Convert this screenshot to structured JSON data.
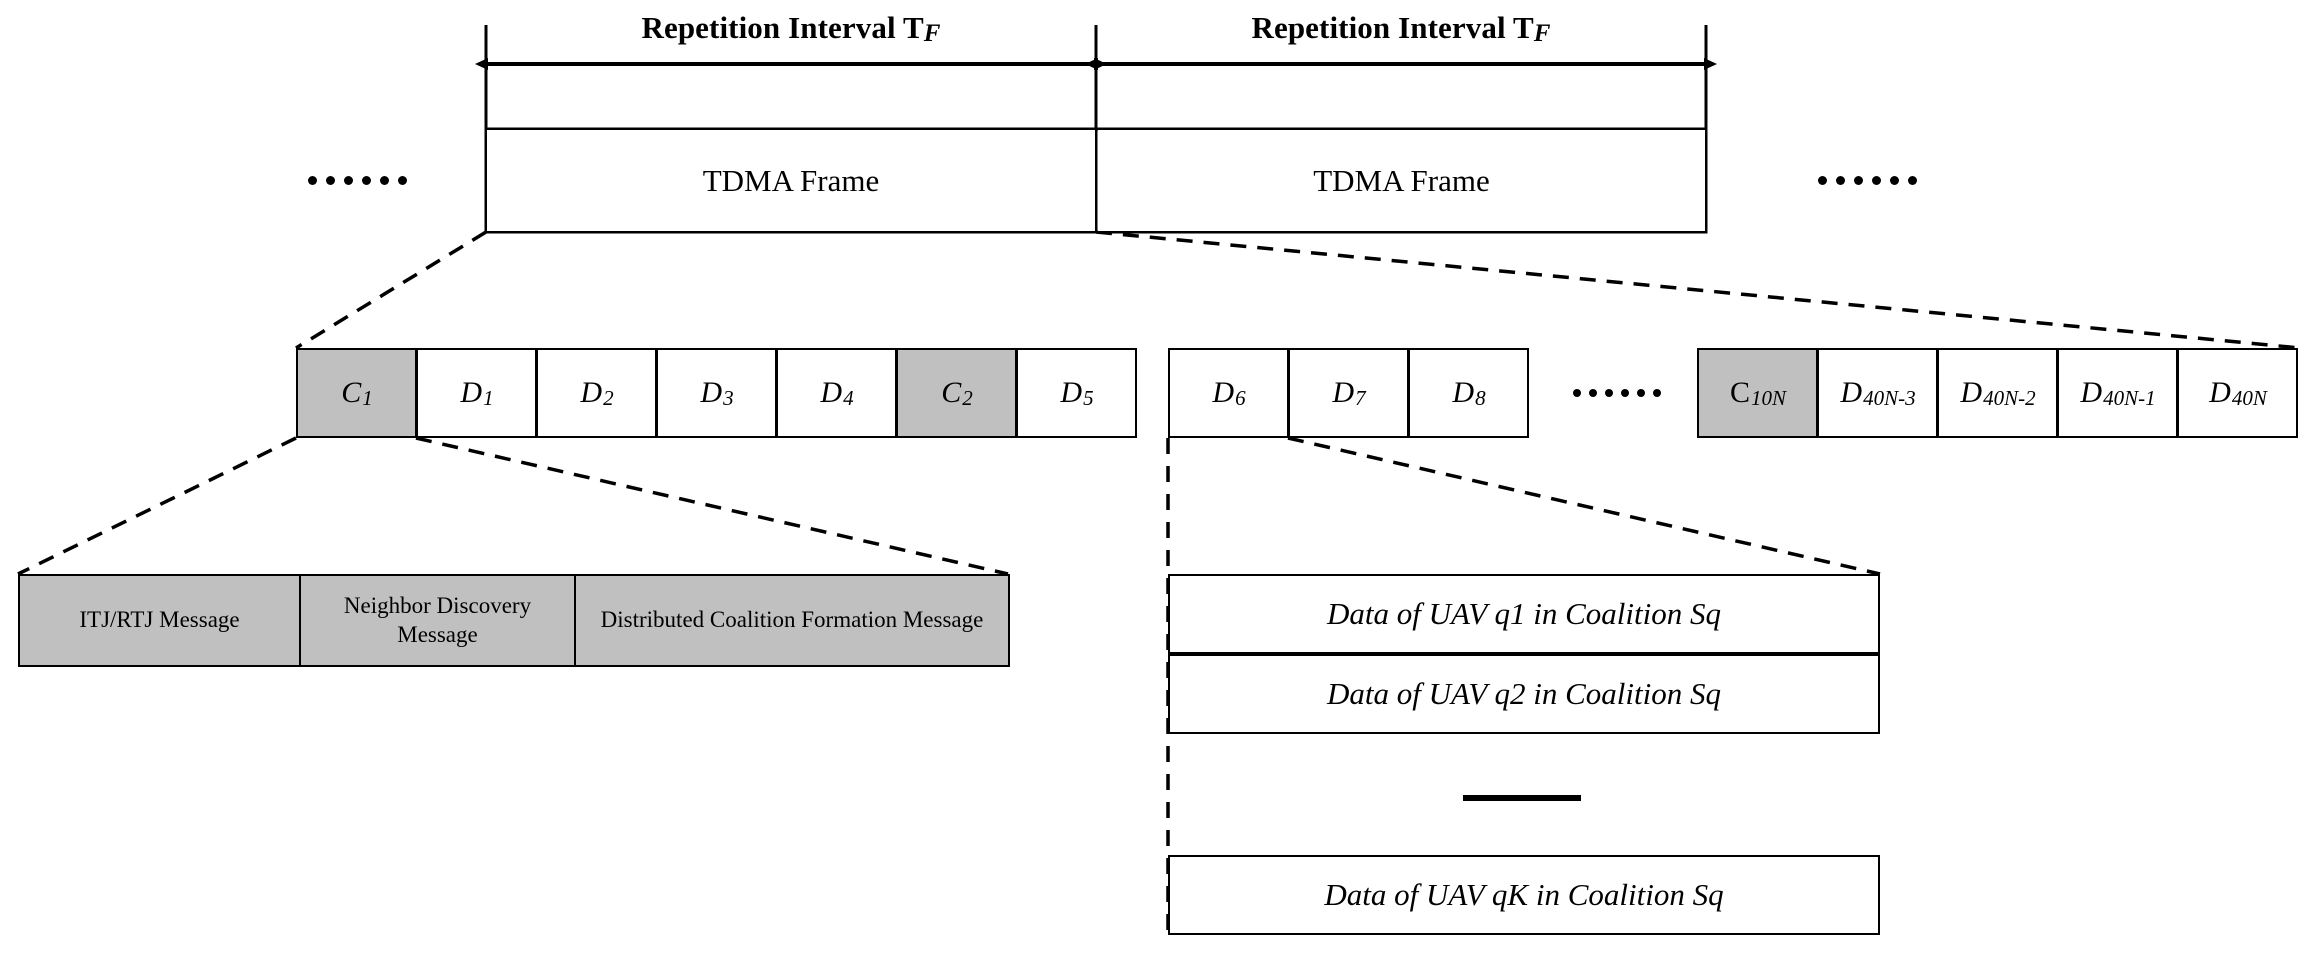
{
  "figure": {
    "title": "TDMA frame structure with control and data slots",
    "colors": {
      "shaded_cell": "#c0c0c0",
      "line": "#000000",
      "background": "#ffffff"
    }
  },
  "top_intervals": [
    {
      "label_prefix": "Repetition Interval T",
      "label_sub": "F"
    },
    {
      "label_prefix": "Repetition Interval T",
      "label_sub": "F"
    }
  ],
  "frames": [
    {
      "label": "TDMA Frame"
    },
    {
      "label": "TDMA Frame"
    }
  ],
  "ellipsis": {
    "left": "......",
    "right": "......",
    "slot_row": "......"
  },
  "slots_left": [
    {
      "base": "C",
      "sub": "1",
      "shaded": true,
      "upright": false
    },
    {
      "base": "D",
      "sub": "1",
      "shaded": false,
      "upright": false
    },
    {
      "base": "D",
      "sub": "2",
      "shaded": false,
      "upright": false
    },
    {
      "base": "D",
      "sub": "3",
      "shaded": false,
      "upright": false
    },
    {
      "base": "D",
      "sub": "4",
      "shaded": false,
      "upright": false
    },
    {
      "base": "C",
      "sub": "2",
      "shaded": true,
      "upright": false
    },
    {
      "base": "D",
      "sub": "5",
      "shaded": false,
      "upright": false
    },
    {
      "base": "D",
      "sub": "6",
      "shaded": false,
      "upright": false
    },
    {
      "base": "D",
      "sub": "7",
      "shaded": false,
      "upright": false
    },
    {
      "base": "D",
      "sub": "8",
      "shaded": false,
      "upright": false
    }
  ],
  "slots_right": [
    {
      "base": "C",
      "sub": "10N",
      "shaded": true,
      "upright": true
    },
    {
      "base": "D",
      "sub": "40N-3",
      "shaded": false,
      "upright": false
    },
    {
      "base": "D",
      "sub": "40N-2",
      "shaded": false,
      "upright": false
    },
    {
      "base": "D",
      "sub": "40N-1",
      "shaded": false,
      "upright": false
    },
    {
      "base": "D",
      "sub": "40N",
      "shaded": false,
      "upright": false
    }
  ],
  "control_slot_detail": {
    "messages": [
      {
        "label": "ITJ/RTJ Message"
      },
      {
        "label": "Neighbor Discovery Message"
      },
      {
        "label": "Distributed Coalition Formation Message"
      }
    ]
  },
  "data_slot_detail": {
    "rows": [
      {
        "label": "Data of UAV q1 in Coalition Sq"
      },
      {
        "label": "Data of UAV q2 in Coalition Sq"
      },
      {
        "label": "Data of UAV qK in Coalition Sq"
      }
    ],
    "separator": "—"
  }
}
